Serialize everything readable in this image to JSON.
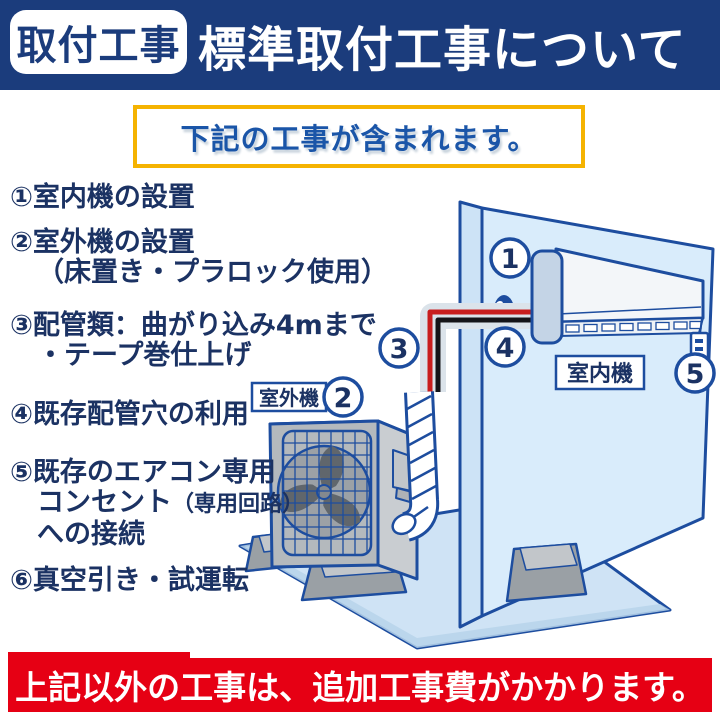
{
  "header": {
    "badge_label": "取付工事",
    "title": "標準取付工事について"
  },
  "subtitle_box": {
    "text": "下記の工事が含まれます。"
  },
  "work_items": {
    "i1": {
      "num": "①",
      "l1": "室内機の設置"
    },
    "i2": {
      "num": "②",
      "l1": "室外機の設置",
      "l2": "（床置き・プラロック使用）"
    },
    "i3": {
      "num": "③",
      "l1": "配管類：曲がり込み4mまで",
      "l2": "・テープ巻仕上げ"
    },
    "i4": {
      "num": "④",
      "l1": "既存配管穴の利用"
    },
    "i5": {
      "num": "⑤",
      "l1": "既存のエアコン専用",
      "l2_main": "コンセント",
      "l2_small": "（専用回路）",
      "l3": "への接続"
    },
    "i6": {
      "num": "⑥",
      "l1": "真空引き・試運転"
    }
  },
  "diagram": {
    "indoor_label": "室内機",
    "outdoor_label": "室外機",
    "markers": {
      "m1": "1",
      "m2": "2",
      "m3": "3",
      "m4": "4",
      "m5": "5"
    }
  },
  "footer": {
    "text": "上記以外の工事は、追加工事費がかかります。"
  },
  "colors": {
    "header_navy": "#1b3c7c",
    "accent_yellow": "#f5b301",
    "banner_red": "#e60014",
    "outline_blue": "#1d4d9f",
    "text_navy": "#1b3263",
    "subtitle_blue": "#1a55a8",
    "wall_blue": "#d9ecfb",
    "floor_blue": "#cfe3f5"
  }
}
